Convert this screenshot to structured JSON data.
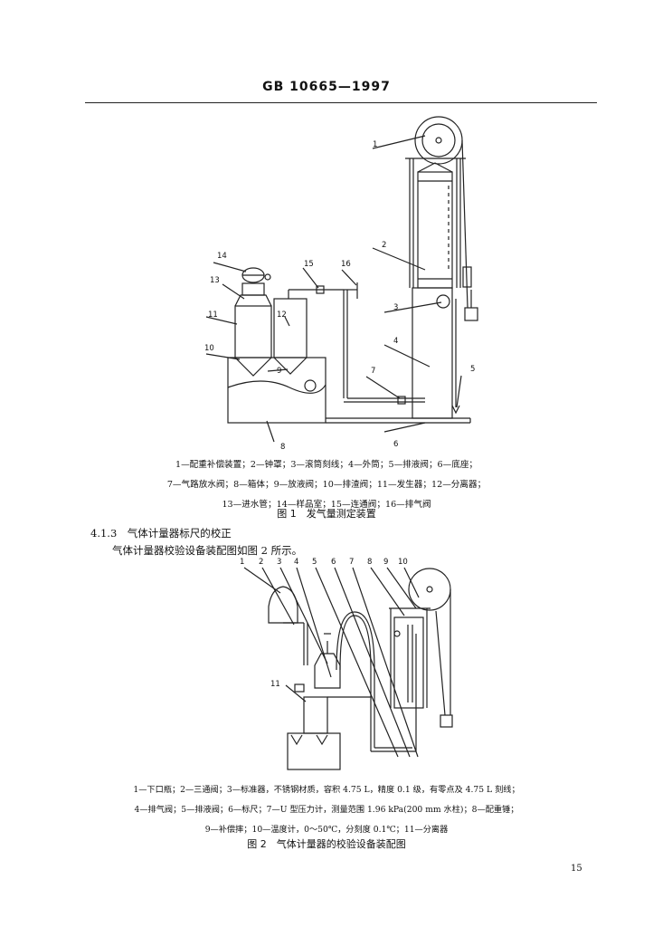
{
  "header": {
    "code": "GB 10665—1997"
  },
  "figure1": {
    "callouts": [
      "1",
      "2",
      "3",
      "4",
      "5",
      "6",
      "7",
      "8",
      "9",
      "10",
      "11",
      "12",
      "13",
      "14",
      "15",
      "16"
    ],
    "legend_lines": [
      "1—配重补偿装置；2—钟罩；3—滚筒刻线；4—外筒；5—排液阀；6—底座；",
      "7—气路放水阀；8—箱体；9—放液阀；10—排渣阀；11—发生器；12—分离器；",
      "13—进水管；14—样品室；15—连通阀；16—排气阀"
    ],
    "caption": "图 1　发气量测定装置"
  },
  "section": {
    "heading": "4.1.3　气体计量器标尺的校正",
    "paragraph": "气体计量器校验设备装配图如图 2 所示。"
  },
  "figure2": {
    "callouts": [
      "1",
      "2",
      "3",
      "4",
      "5",
      "6",
      "7",
      "8",
      "9",
      "10",
      "11"
    ],
    "legend_lines": [
      "1—下口瓶；2—三通阀；3—标准器，不锈钢材质，容积 4.75 L，精度 0.1 级，有零点及 4.75 L 刻线；",
      "4—排气阀；5—排液阀；6—标尺；7—U 型压力计，测量范围 1.96 kPa(200 mm 水柱)；8—配重锤；",
      "9—补偿摔；10—温度计，0～50℃，分刻度 0.1℃；11—分离器"
    ],
    "caption": "图 2　气体计量器的校验设备装配图"
  },
  "footer": {
    "page_number": "15"
  }
}
